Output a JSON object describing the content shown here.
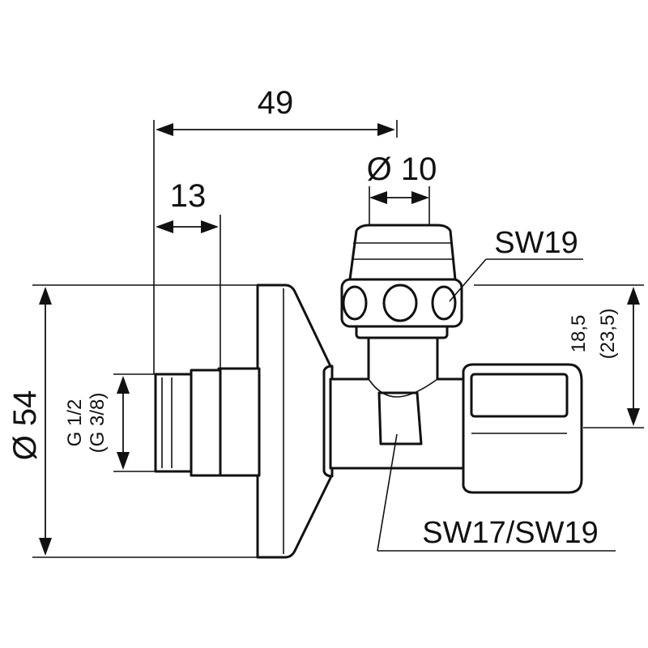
{
  "dimensions": {
    "length_total": "49",
    "thread_length": "13",
    "spindle_diameter": "Ø 10",
    "rosette_diameter": "Ø 54",
    "thread_size": "G 1/2",
    "thread_size_alt": "(G 3/8)",
    "outlet_height": "18,5",
    "outlet_height_alt": "(23,5)"
  },
  "callouts": {
    "cap_wrench": "SW19",
    "body_wrench": "SW17/SW19"
  },
  "colors": {
    "line": "#111111",
    "background": "#ffffff"
  }
}
